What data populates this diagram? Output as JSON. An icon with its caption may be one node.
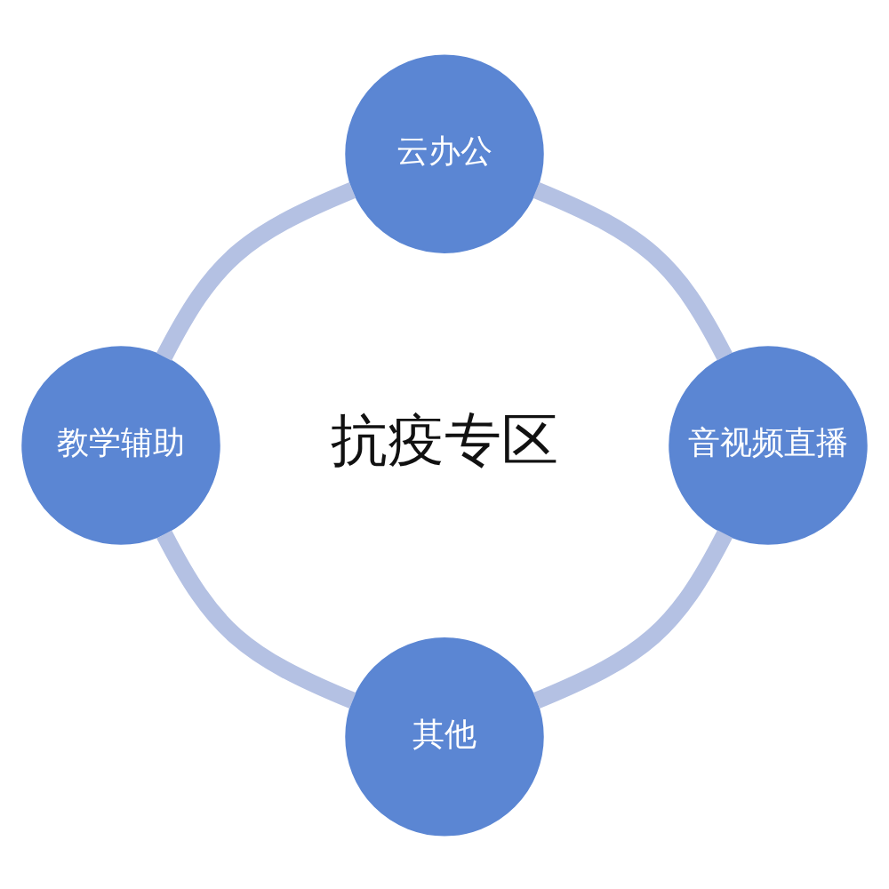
{
  "diagram": {
    "nodes": [
      {
        "text": [
          "云办公"
        ]
      },
      {
        "text": [
          "教学辅助"
        ]
      },
      {
        "text": [
          "音视频直播"
        ]
      },
      {
        "text": [
          "其他"
        ]
      }
    ],
    "edges": [
      {
        "from": 0,
        "to": 2,
        "arrow": "none"
      },
      {
        "from": 2,
        "to": 3,
        "arrow": "none"
      },
      {
        "from": 3,
        "to": 1,
        "arrow": "none"
      },
      {
        "from": 1,
        "to": 0,
        "arrow": "none"
      }
    ],
    "labels": [
      "抗疫专区"
    ]
  }
}
